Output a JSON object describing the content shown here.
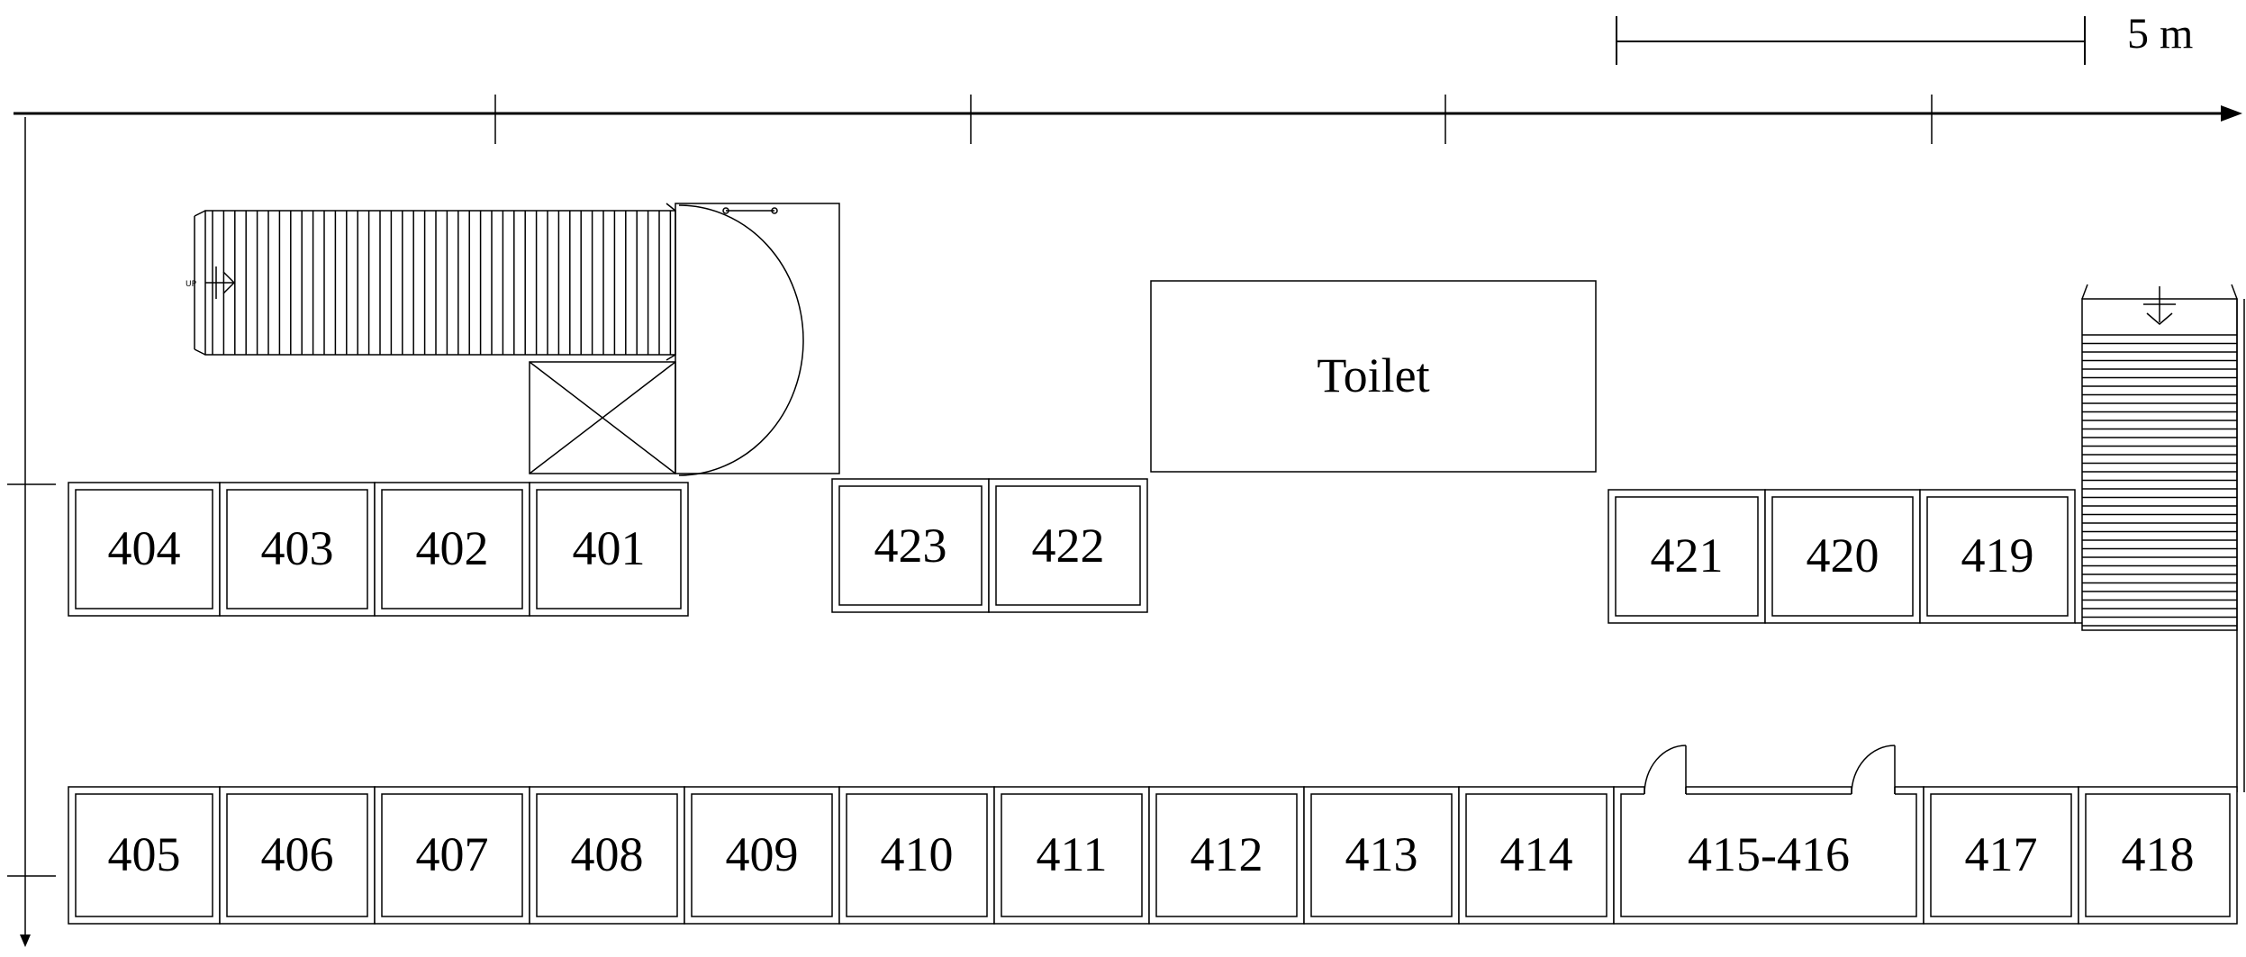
{
  "scale_bar": {
    "label": "5 m"
  },
  "toilet": {
    "label": "Toilet"
  },
  "rooms": {
    "r401": "401",
    "r402": "402",
    "r403": "403",
    "r404": "404",
    "r405": "405",
    "r406": "406",
    "r407": "407",
    "r408": "408",
    "r409": "409",
    "r410": "410",
    "r411": "411",
    "r412": "412",
    "r413": "413",
    "r414": "414",
    "r415_416": "415-416",
    "r417": "417",
    "r418": "418",
    "r419": "419",
    "r420": "420",
    "r421": "421",
    "r422": "422",
    "r423": "423"
  }
}
